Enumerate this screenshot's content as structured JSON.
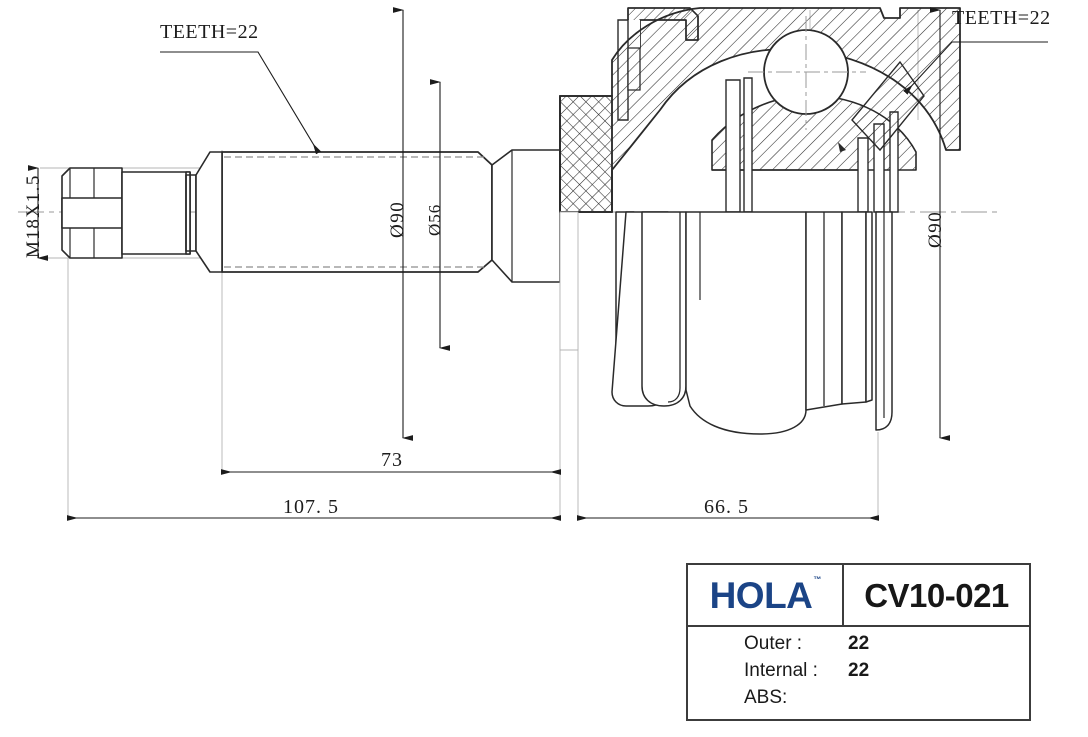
{
  "drawing": {
    "annotations": {
      "teeth_left": "TEETH=22",
      "teeth_right": "TEETH=22",
      "thread_left": "M18X1.5",
      "dia_90_left": "Ø90",
      "dia_56": "Ø56",
      "dia_90_right": "Ø90",
      "dim_73": "73",
      "dim_107_5": "107. 5",
      "dim_66_5": "66. 5"
    }
  },
  "title_block": {
    "brand": "HOLA",
    "trademark": "™",
    "brand_color": "#1b4486",
    "part_number": "CV10-021",
    "specs": [
      {
        "label": "Outer :",
        "value": "22"
      },
      {
        "label": "Internal :",
        "value": "22"
      },
      {
        "label": "ABS:",
        "value": ""
      }
    ]
  }
}
